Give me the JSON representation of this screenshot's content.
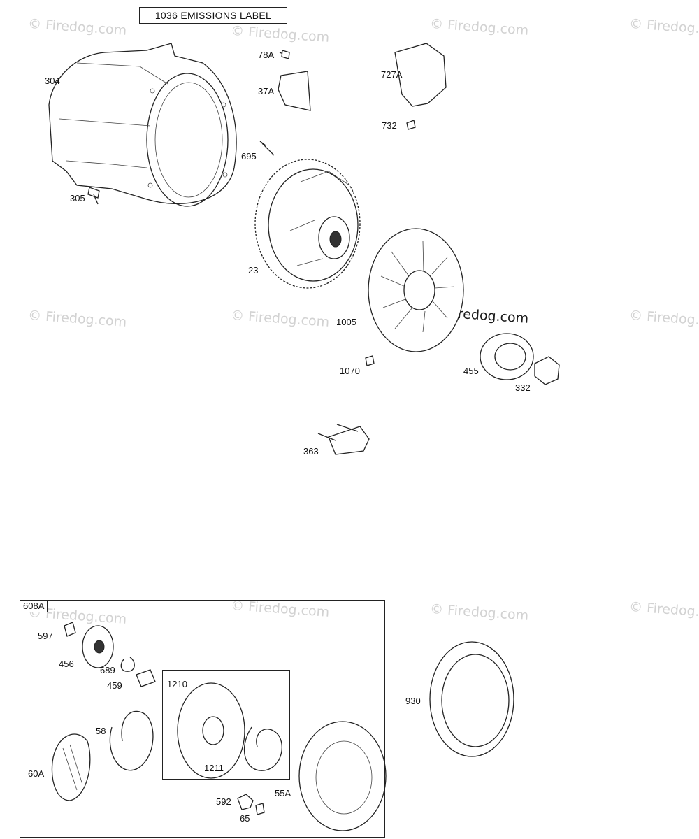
{
  "diagram": {
    "header_label": "1036 EMISSIONS LABEL",
    "watermark": "© Firedog.com",
    "group_tag": "608A",
    "parts": {
      "p304": "304",
      "p305": "305",
      "p78A": "78A",
      "p37A": "37A",
      "p727A": "727A",
      "p732": "732",
      "p695": "695",
      "p23": "23",
      "p1005": "1005",
      "p1070": "1070",
      "p455": "455",
      "p332": "332",
      "p363": "363",
      "p597": "597",
      "p456": "456",
      "p689": "689",
      "p459": "459",
      "p1210": "1210",
      "p58": "58",
      "p60A": "60A",
      "p1211": "1211",
      "p592": "592",
      "p65": "65",
      "p55A": "55A",
      "p930": "930"
    }
  }
}
